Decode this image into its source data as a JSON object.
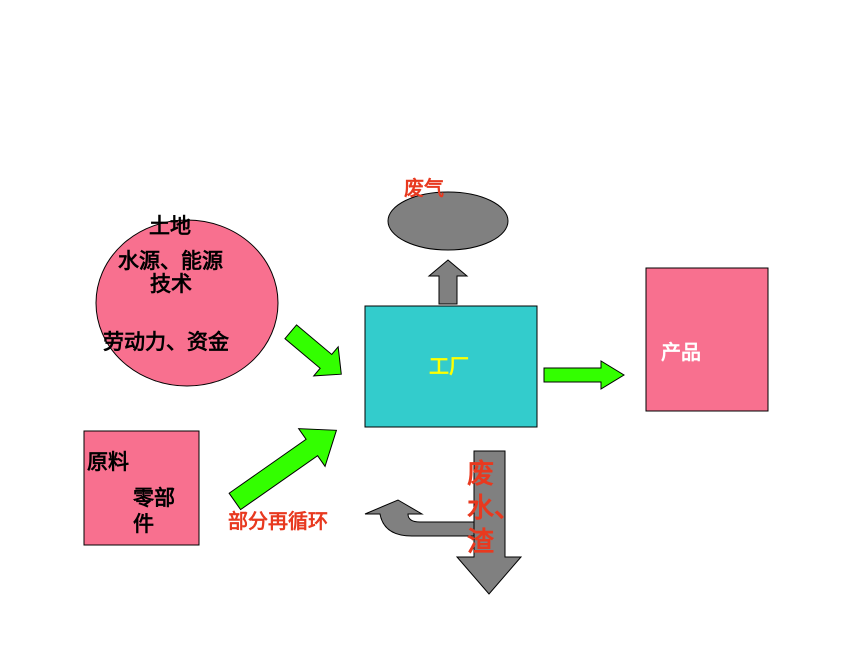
{
  "colors": {
    "pink": "#f8708f",
    "teal": "#33cccc",
    "gray": "#808080",
    "green": "#33ff00",
    "red_text": "#e8391f",
    "yellow_text": "#ffff00"
  },
  "inputs": {
    "land": "土地",
    "water_energy": "水源、能源",
    "technology": "技术",
    "labor_capital": "劳动力、资金",
    "raw_material": "原料",
    "parts_line1": "零部",
    "parts_line2": "件"
  },
  "factory": {
    "label": "工厂"
  },
  "outputs": {
    "exhaust_gas": "废气",
    "product": "产品",
    "waste_line1": "废",
    "waste_line2": "水、",
    "waste_line3": "渣"
  },
  "recycle": {
    "label": "部分再循环"
  }
}
